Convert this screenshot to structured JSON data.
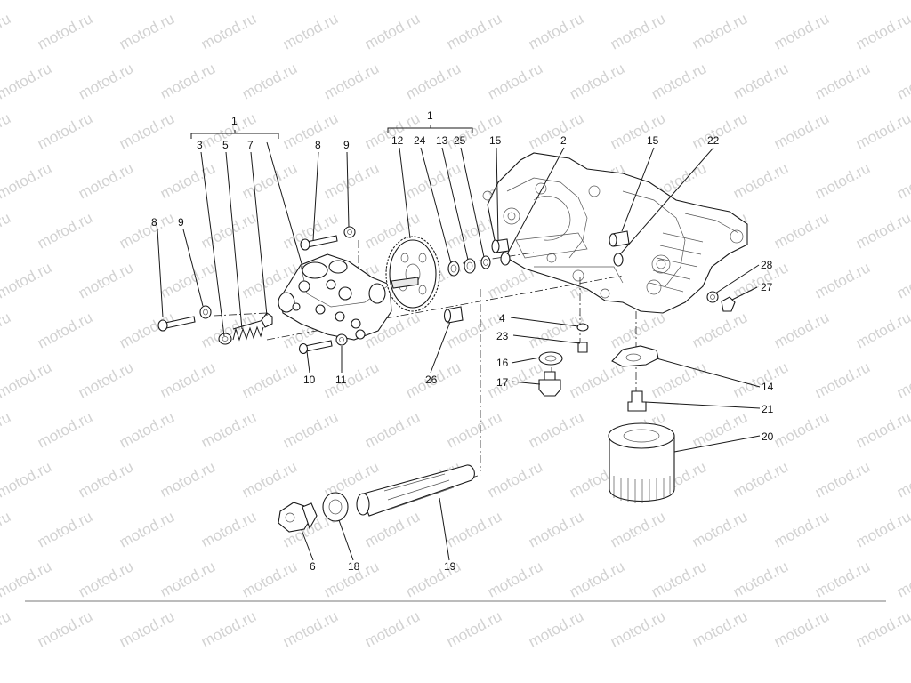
{
  "watermark": "motod.ru",
  "callouts": {
    "group_left": "1",
    "group_right": "1",
    "c3": "3",
    "c5": "5",
    "c7": "7",
    "c8_left": "8",
    "c9_left": "9",
    "c8_top": "8",
    "c9_top": "9",
    "c10": "10",
    "c11": "11",
    "c12": "12",
    "c24": "24",
    "c13": "13",
    "c25": "25",
    "c15_left": "15",
    "c2": "2",
    "c15_right": "15",
    "c22": "22",
    "c28": "28",
    "c27": "27",
    "c4": "4",
    "c23": "23",
    "c16": "16",
    "c17": "17",
    "c26": "26",
    "c14": "14",
    "c21": "21",
    "c20": "20",
    "c6": "6",
    "c18": "18",
    "c19": "19"
  }
}
